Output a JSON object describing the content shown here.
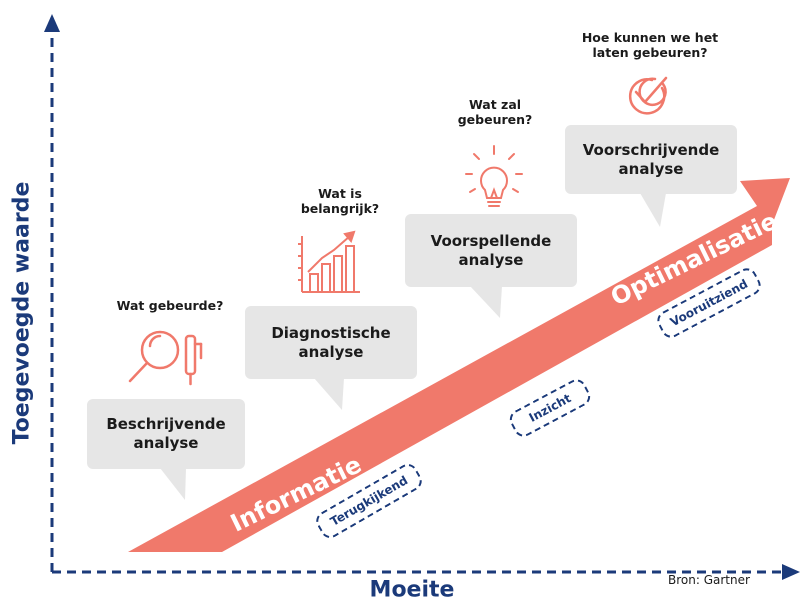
{
  "axes": {
    "y_label": "Toegevoegde waarde",
    "x_label": "Moeite",
    "source": "Bron: Gartner"
  },
  "stages": [
    {
      "question": "Wat gebeurde?",
      "title_line1": "Beschrijvende",
      "title_line2": "analyse",
      "icon": "magnifier-pencil-icon"
    },
    {
      "question_line1": "Wat is",
      "question_line2": "belangrijk?",
      "title_line1": "Diagnostische",
      "title_line2": "analyse",
      "icon": "bar-chart-icon"
    },
    {
      "question_line1": "Wat zal",
      "question_line2": "gebeuren?",
      "title_line1": "Voorspellende",
      "title_line2": "analyse",
      "icon": "lightbulb-icon"
    },
    {
      "question_line1": "Hoe kunnen we het",
      "question_line2": "laten gebeuren?",
      "title_line1": "Voorschrijvende",
      "title_line2": "analyse",
      "icon": "checkmark-badge-icon"
    }
  ],
  "arrow": {
    "label_start": "Informatie",
    "label_end": "Optimalisatie",
    "color": "#f0796b"
  },
  "tags": [
    "Terugkijkend",
    "Inzicht",
    "Vooruitziend"
  ],
  "colors": {
    "axis": "#1b3a7a",
    "icon": "#f0796b",
    "box": "#e6e6e6"
  }
}
